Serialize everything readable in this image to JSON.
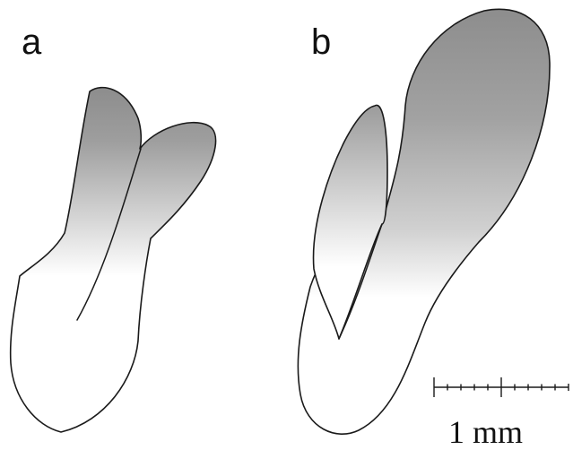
{
  "panels": [
    {
      "label": "a"
    },
    {
      "label": "b"
    }
  ],
  "scale_bar": {
    "label": "1 mm",
    "divisions": 10
  },
  "colors": {
    "shade_dark": "#8f8f8f",
    "shade_light": "#ffffff",
    "outline": "#1a1a1a"
  }
}
